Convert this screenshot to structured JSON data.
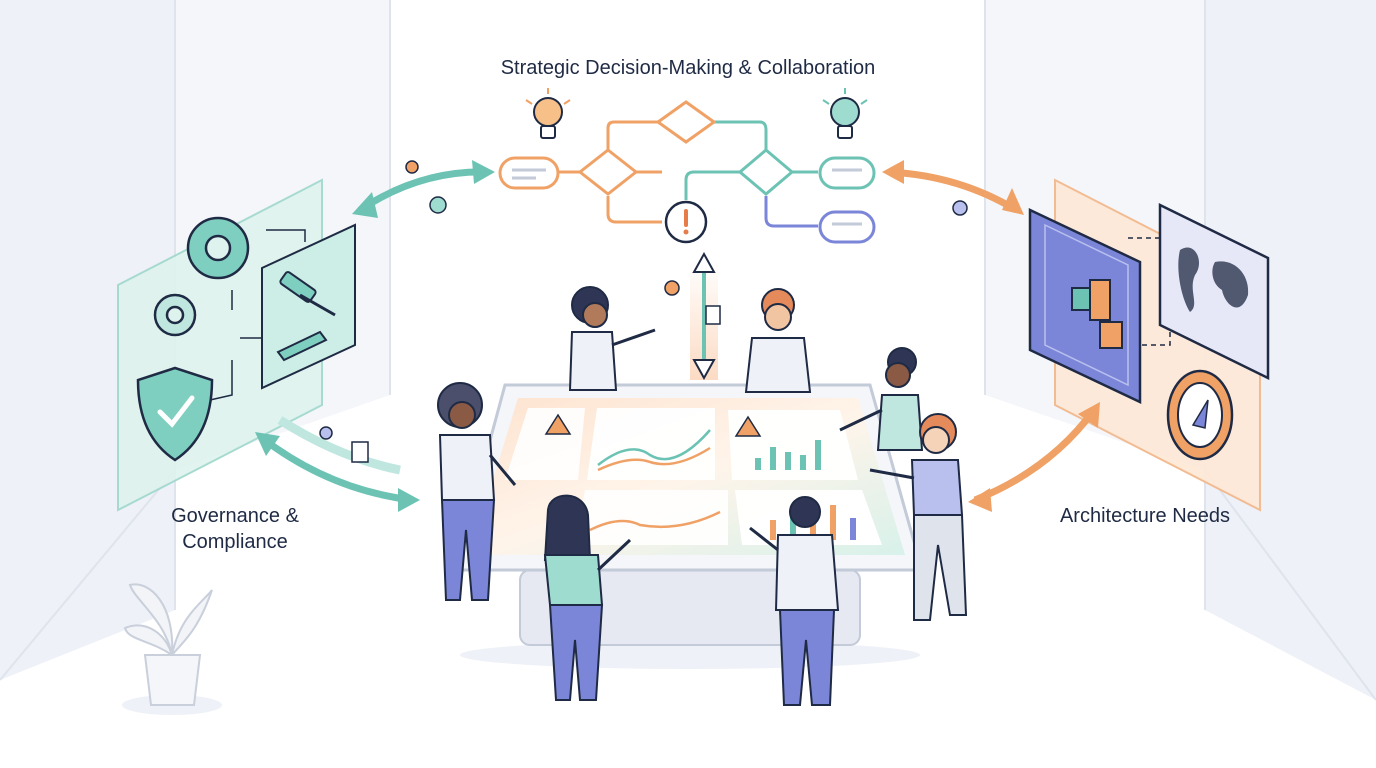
{
  "labels": {
    "top": "Strategic Decision-Making & Collaboration",
    "left": "Governance & Compliance",
    "right": "Architecture Needs"
  },
  "colors": {
    "ink": "#1f2a44",
    "teal": "#6cc3b4",
    "teal_light": "#dff3ee",
    "orange": "#f0a165",
    "orange_light": "#fde9d8",
    "indigo": "#7b86d9",
    "indigo_light": "#e6e8f8",
    "wall": "#eef1f7"
  },
  "icons": [
    "gear-icon",
    "gavel-icon",
    "shield-check-icon",
    "lightbulb-icon",
    "warning-icon",
    "alert-icon",
    "globe-map-icon",
    "compass-icon",
    "blueprint-icon",
    "plant-icon",
    "document-icon"
  ]
}
